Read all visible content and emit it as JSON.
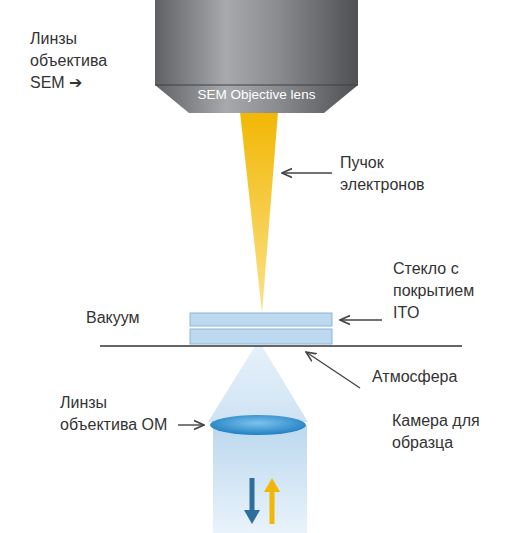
{
  "diagram": {
    "nodes": [
      {
        "text": [
          "SEM Objective lens"
        ]
      }
    ],
    "labels": [
      "Линзы объектива SEM ➔",
      "Пучок электронов",
      "Стекло с покрытием ITO",
      "Вакуум",
      "Атмосфера",
      "Линзы объектива OM",
      "Камера для образца"
    ]
  }
}
